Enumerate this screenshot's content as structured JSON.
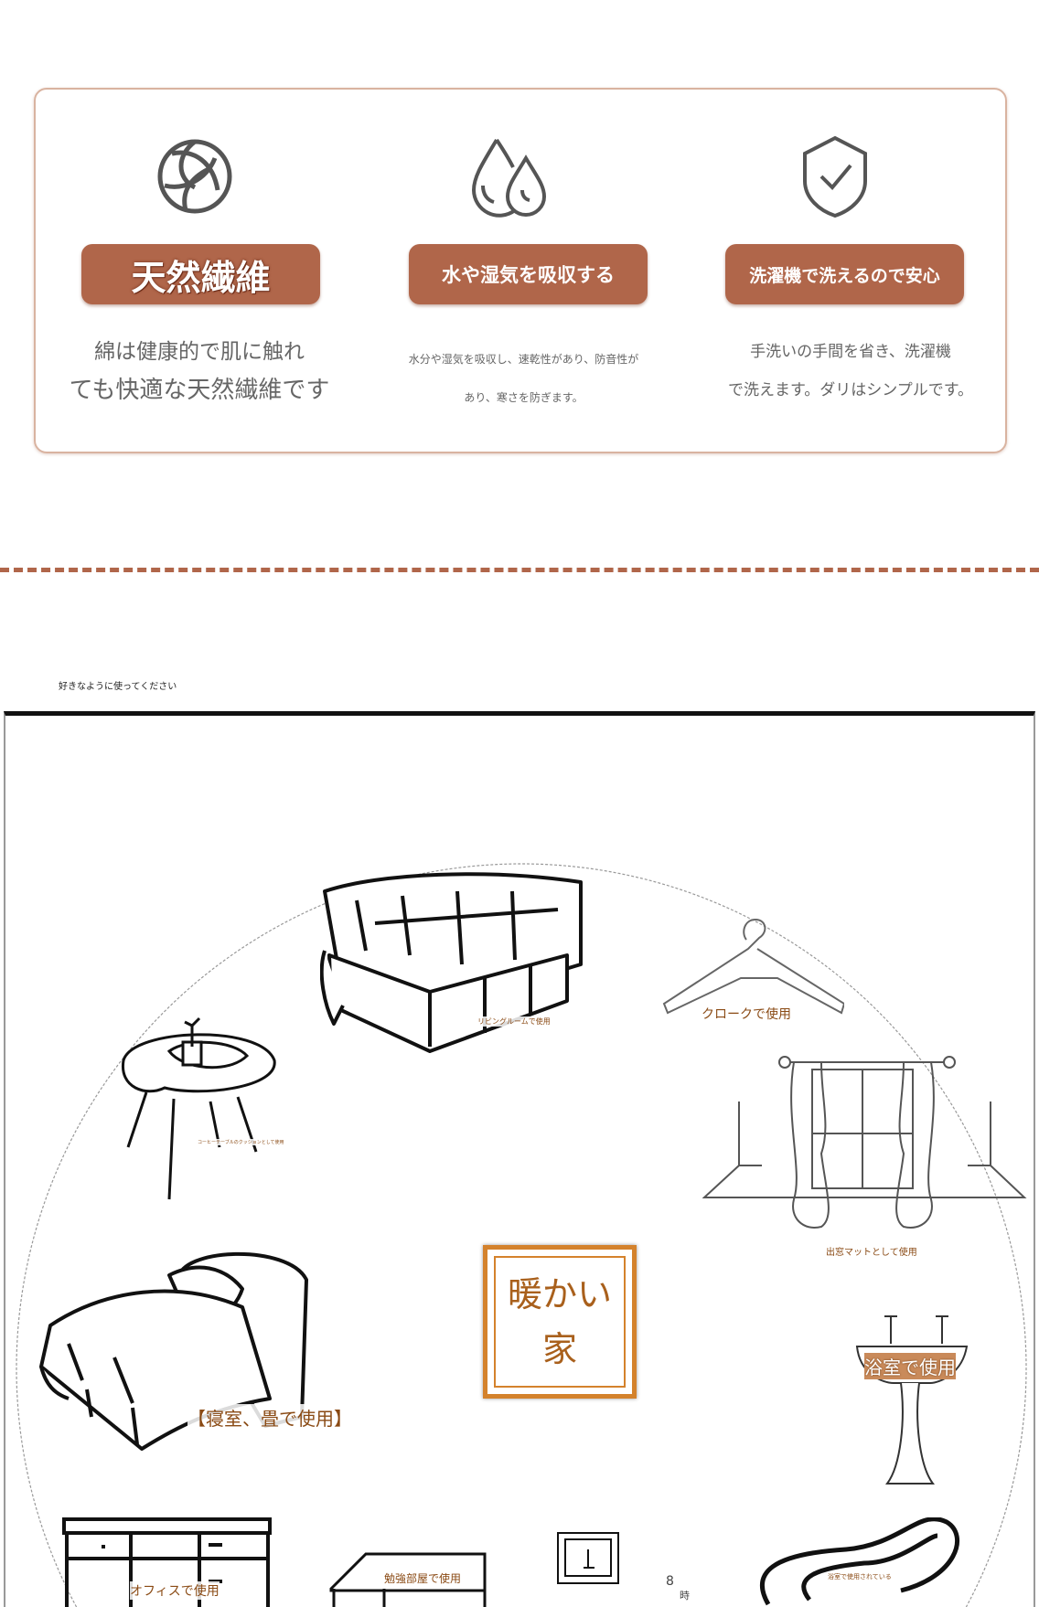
{
  "features": [
    {
      "icon": "yarn-ball-icon",
      "title": "天然繊維",
      "description_lines": [
        "綿は健康的で肌に触れ",
        "ても快適な天然繊維です"
      ]
    },
    {
      "icon": "water-drops-icon",
      "title": "水や湿気を吸収する",
      "description_lines": [
        "水分や湿気を吸収し、速乾性があり、防音性が",
        "あり、寒さを防ぎます。"
      ]
    },
    {
      "icon": "shield-check-icon",
      "title": "洗濯機で洗えるので安心",
      "description_lines": [
        "手洗いの手間を省き、洗濯機",
        "で洗えます。ダリはシンプルです。"
      ]
    }
  ],
  "usage": {
    "intro": "好きなように使ってください",
    "center_title": [
      "暖かい",
      "家"
    ],
    "labels": {
      "living_room": "リビングルームで使用",
      "cloak": "クロークで使用",
      "coffee_table": "コーヒーテーブルのクッションとして使用",
      "bay_window": "出窓マットとして使用",
      "bedroom": "【寝室、畳で使用】",
      "bathroom": "浴室で使用",
      "office": "オフィスで使用",
      "study": "勉強部屋で使用",
      "bathtub": "浴室で使用されている",
      "clock_number": "8",
      "clock_unit": "時"
    }
  },
  "colors": {
    "accent": "#b0664a",
    "frame_orange": "#d4822c",
    "label_brown": "#8a4a14",
    "box_border": "#d9b3a0"
  }
}
